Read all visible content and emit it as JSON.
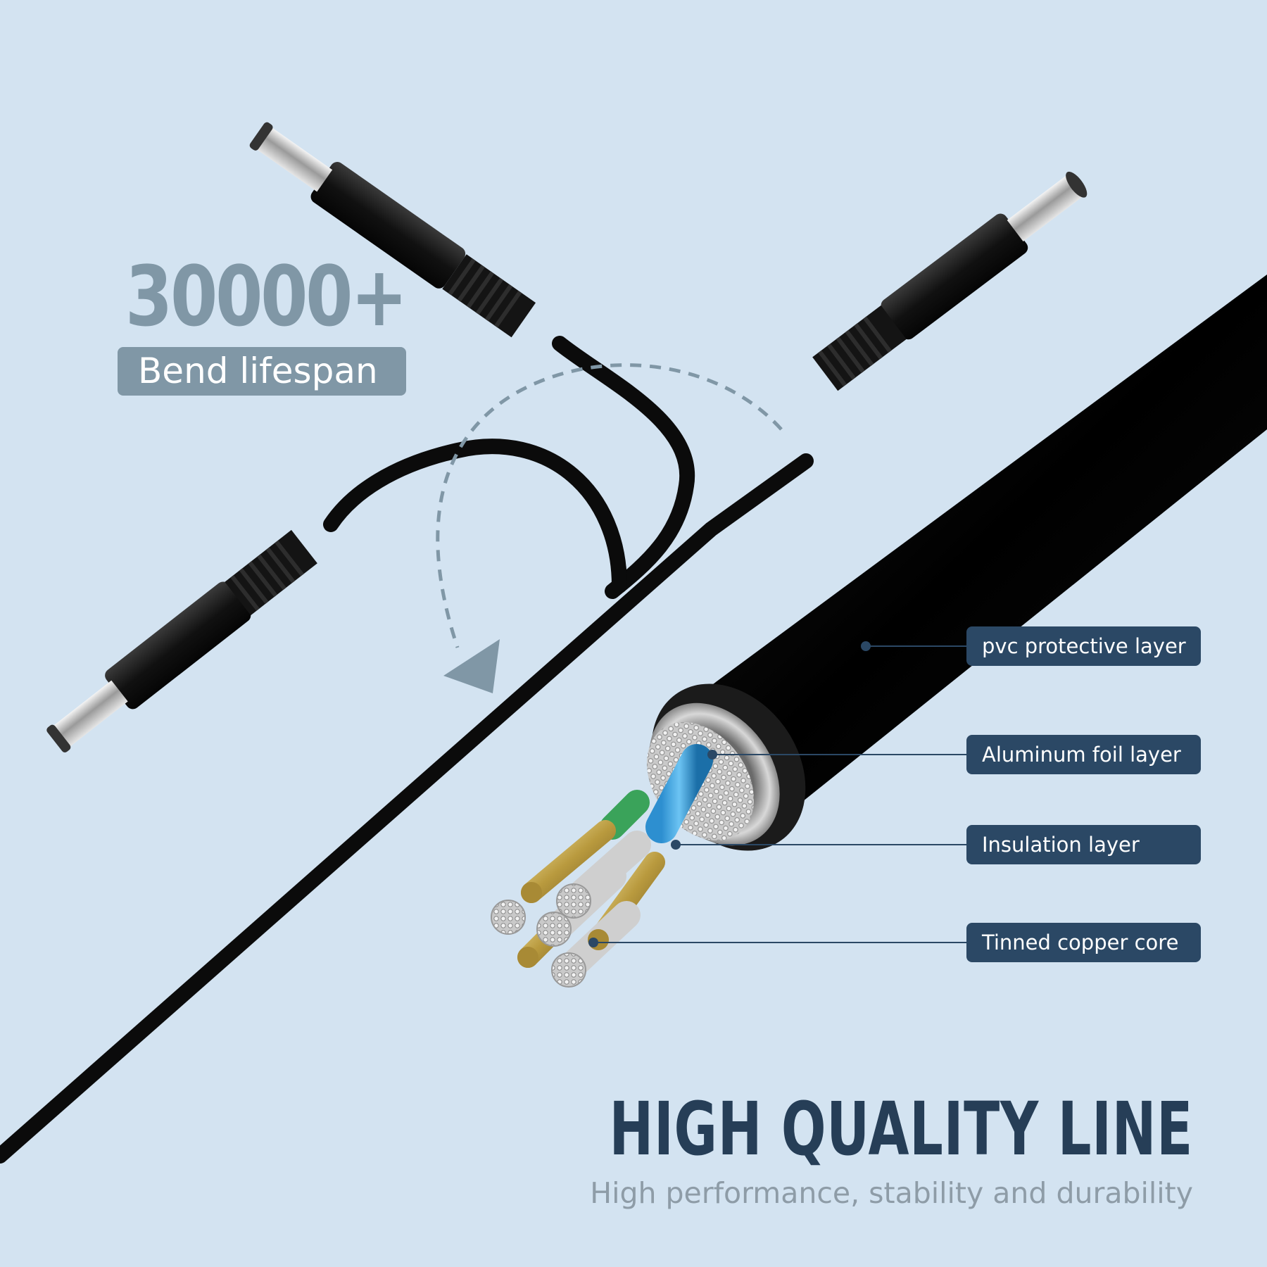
{
  "colors": {
    "background": "#d3e3f1",
    "accent_grey": "#8097a6",
    "label_navy": "#2b4865",
    "headline_navy": "#263e57",
    "subtitle_grey": "#8e9ca7"
  },
  "bend": {
    "count": "30000+",
    "label": "Bend lifespan"
  },
  "callouts": [
    {
      "label": "pvc protective layer"
    },
    {
      "label": "Aluminum foil layer"
    },
    {
      "label": "Insulation layer"
    },
    {
      "label": "Tinned copper core"
    }
  ],
  "headline": "HIGH QUALITY LINE",
  "subheadline": "High performance, stability and durability"
}
